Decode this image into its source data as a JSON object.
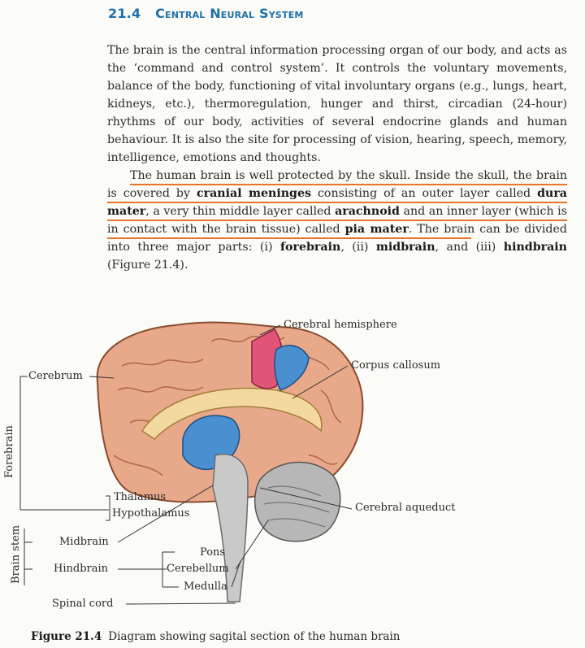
{
  "section": {
    "number": "21.4",
    "title": "Central Neural System"
  },
  "paragraph1": "The brain is the central information processing organ of our body, and acts as the ‘command and control system’. It controls the voluntary movements, balance of the body, functioning of vital involuntary organs (e.g., lungs, heart, kidneys, etc.), thermoregulation, hunger and thirst, circadian (24-hour) rhythms of our body, activities of several endocrine glands and human behaviour. It is also the site for processing of vision, hearing, speech, memory, intelligence, emotions and thoughts.",
  "paragraph2": {
    "t1": "The human brain is well protected by the skull. Inside the skull, the brain is covered by ",
    "b1": "cranial meninges",
    "t2": " consisting of an outer layer called ",
    "b2": "dura mater",
    "t3": ", a very thin middle layer called ",
    "b3": "arachnoid",
    "t4": " and an inner layer (which is in contact with the brain tissue) called ",
    "b4": "pia mater",
    "t5": ". The brain can be divided into three major parts: (i) ",
    "b5": "forebrain",
    "t6": ", (ii) ",
    "b6": "midbrain",
    "t7": ", and (iii) ",
    "b7": "hindbrain",
    "t8": " (Figure 21.4)."
  },
  "labels": {
    "cerebral_hemisphere": "Cerebral hemisphere",
    "corpus_callosum": "Corpus callosum",
    "cerebrum": "Cerebrum",
    "thalamus": "Thalamus",
    "hypothalamus": "Hypothalamus",
    "cerebral_aqueduct": "Cerebral aqueduct",
    "midbrain": "Midbrain",
    "pons": "Pons",
    "hindbrain": "Hindbrain",
    "cerebellum": "Cerebellum",
    "medulla": "Medulla",
    "spinal_cord": "Spinal cord",
    "forebrain_bracket": "Forebrain",
    "brain_stem_bracket": "Brain stem"
  },
  "caption": {
    "label": "Figure 21.4",
    "text": "Diagram showing sagital section of the human brain"
  },
  "colors": {
    "heading": "#1f6fa8",
    "highlight_underline": "#e8742a",
    "cortex": "#e7a98a",
    "blue_region": "#4a8fd0",
    "pink_region": "#e05577"
  }
}
